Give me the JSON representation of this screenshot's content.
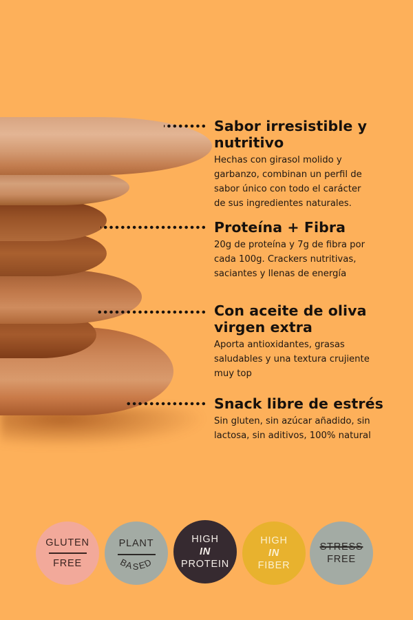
{
  "page": {
    "background_color": "#FDB05A",
    "image_description": "Stack of round sunflower-chickpea crackers on orange background"
  },
  "features": [
    {
      "title_line1": "Sabor irresistible y",
      "title_line2": "nutritivo",
      "body_lines": [
        "Hechas con girasol molido y",
        "garbanzo, combinan un perfil de",
        "sabor único con todo el carácter",
        "de sus ingredientes naturales."
      ]
    },
    {
      "title_line1": "Proteína + Fibra",
      "title_line2": "",
      "body_lines": [
        "20g de proteína y 7g de fibra por",
        "cada 100g. Crackers nutritivas,",
        "saciantes y llenas de energía"
      ]
    },
    {
      "title_line1": "Con aceite de oliva",
      "title_line2": "virgen extra",
      "body_lines": [
        "Aporta antioxidantes, grasas",
        "saludables y una textura crujiente",
        "muy top"
      ]
    },
    {
      "title_line1": "Snack libre de estrés",
      "title_line2": "",
      "body_lines": [
        "Sin gluten, sin azúcar añadido, sin",
        "lactosa, sin aditivos, 100% natural"
      ]
    }
  ],
  "badges": [
    {
      "top": "GLUTEN",
      "bottom": "FREE",
      "bg": "#F2A99A",
      "fg": "#3a2420"
    },
    {
      "top": "PLANT",
      "bottom": "BASED",
      "bg": "#A3ABA4",
      "fg": "#2c2826"
    },
    {
      "line1": "HIGH",
      "line2": "IN",
      "line3": "PROTEIN",
      "bg": "#362A30",
      "fg": "#F4EEE8"
    },
    {
      "line1": "HIGH",
      "line2": "IN",
      "line3": "FIBER",
      "bg": "#E8B22E",
      "fg": "#FBF0D0"
    },
    {
      "struck": "STRESS",
      "line2": "FREE",
      "bg": "#A3ABA4",
      "fg": "#2c2826"
    }
  ]
}
